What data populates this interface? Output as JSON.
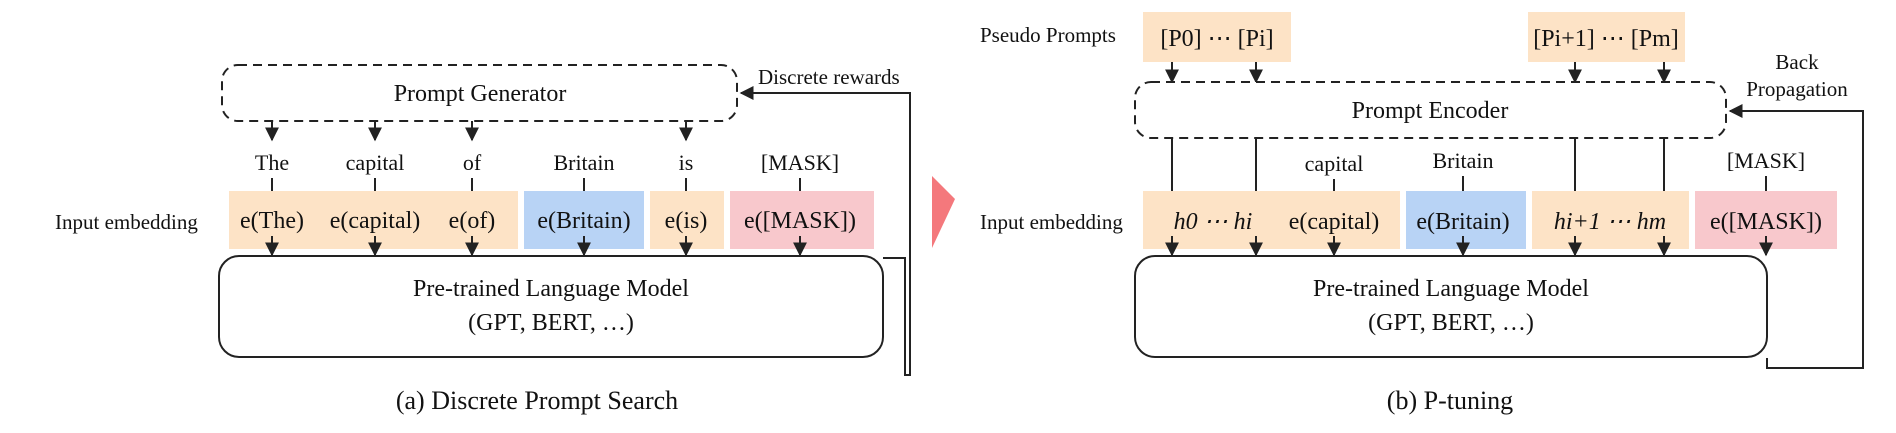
{
  "colors": {
    "orange": "#fde3c6",
    "blue": "#b8d3f5",
    "pink": "#f8c8cc",
    "transition_arrow": "#f4787c"
  },
  "a": {
    "generator": "Prompt Generator",
    "feedback": "Discrete rewards",
    "row_label": "Input embedding",
    "words": [
      "The",
      "capital",
      "of",
      "Britain",
      "is",
      "[MASK]"
    ],
    "embeddings": [
      "e(The)",
      "e(capital)",
      "e(of)",
      "e(Britain)",
      "e(is)",
      "e([MASK])"
    ],
    "lm_line1": "Pre-trained Language Model",
    "lm_line2": "(GPT, BERT, …)",
    "caption": "(a) Discrete Prompt Search"
  },
  "b": {
    "pseudo_label": "Pseudo Prompts",
    "pseudo_left": "[P0] ⋯ [Pi]",
    "pseudo_right": "[Pi+1] ⋯ [Pm]",
    "encoder": "Prompt Encoder",
    "backprop_line1": "Back",
    "backprop_line2": "Propagation",
    "row_label": "Input embedding",
    "words": [
      "capital",
      "Britain",
      "[MASK]"
    ],
    "emb_h_left": "h0 ⋯ hi",
    "emb_capital": "e(capital)",
    "emb_britain": "e(Britain)",
    "emb_h_right": "hi+1 ⋯ hm",
    "emb_mask": "e([MASK])",
    "lm_line1": "Pre-trained Language Model",
    "lm_line2": "(GPT, BERT, …)",
    "caption": "(b) P-tuning"
  }
}
